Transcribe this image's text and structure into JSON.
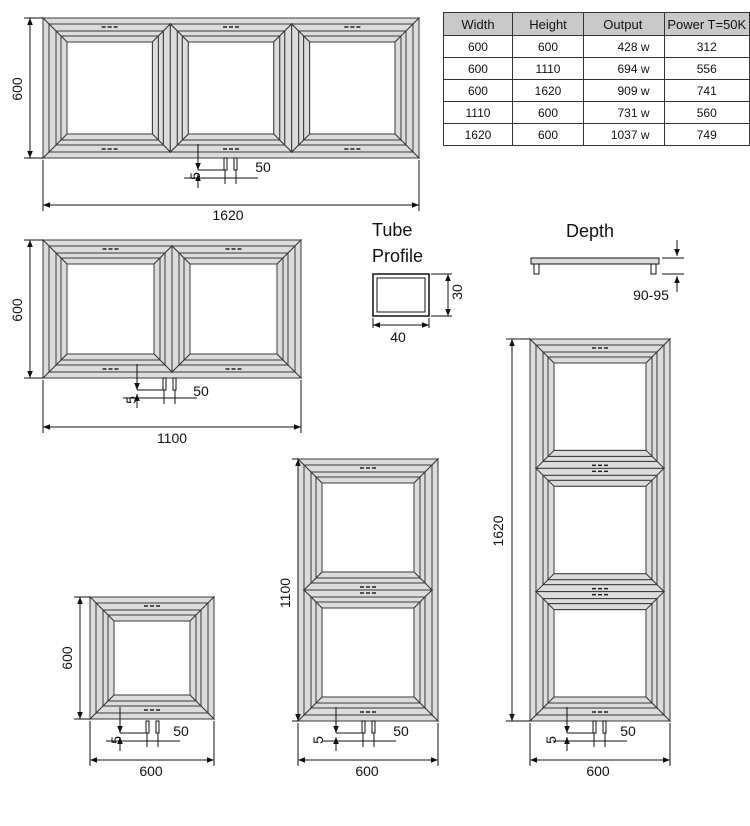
{
  "table": {
    "headers": [
      "Width",
      "Height",
      "Output",
      "Power T=50K"
    ],
    "rows": [
      [
        "600",
        "600",
        "428 w",
        "312"
      ],
      [
        "600",
        "1110",
        "694 w",
        "556"
      ],
      [
        "600",
        "1620",
        "909 w",
        "741"
      ],
      [
        "1110",
        "600",
        "731 w",
        "560"
      ],
      [
        "1620",
        "600",
        "1037 w",
        "749"
      ]
    ]
  },
  "tube": {
    "title_line1": "Tube",
    "title_line2": "Profile",
    "width": "40",
    "height": "30"
  },
  "depth": {
    "title": "Depth",
    "value": "90-95"
  },
  "panels": {
    "p1620h": {
      "width": "1620",
      "height": "600",
      "gap": "5",
      "offset": "50"
    },
    "p1100h": {
      "width": "1100",
      "height": "600",
      "gap": "5",
      "offset": "50"
    },
    "p600": {
      "width": "600",
      "height": "600",
      "gap": "5",
      "offset": "50"
    },
    "p1100v": {
      "width": "600",
      "height": "1100",
      "gap": "5",
      "offset": "50"
    },
    "p1620v": {
      "width": "600",
      "height": "1620",
      "gap": "5",
      "offset": "50"
    }
  },
  "colors": {
    "frame_fill": "#dcdcdc",
    "frame_stroke": "#3a3a3a",
    "header_bg": "#c9c9c9"
  }
}
